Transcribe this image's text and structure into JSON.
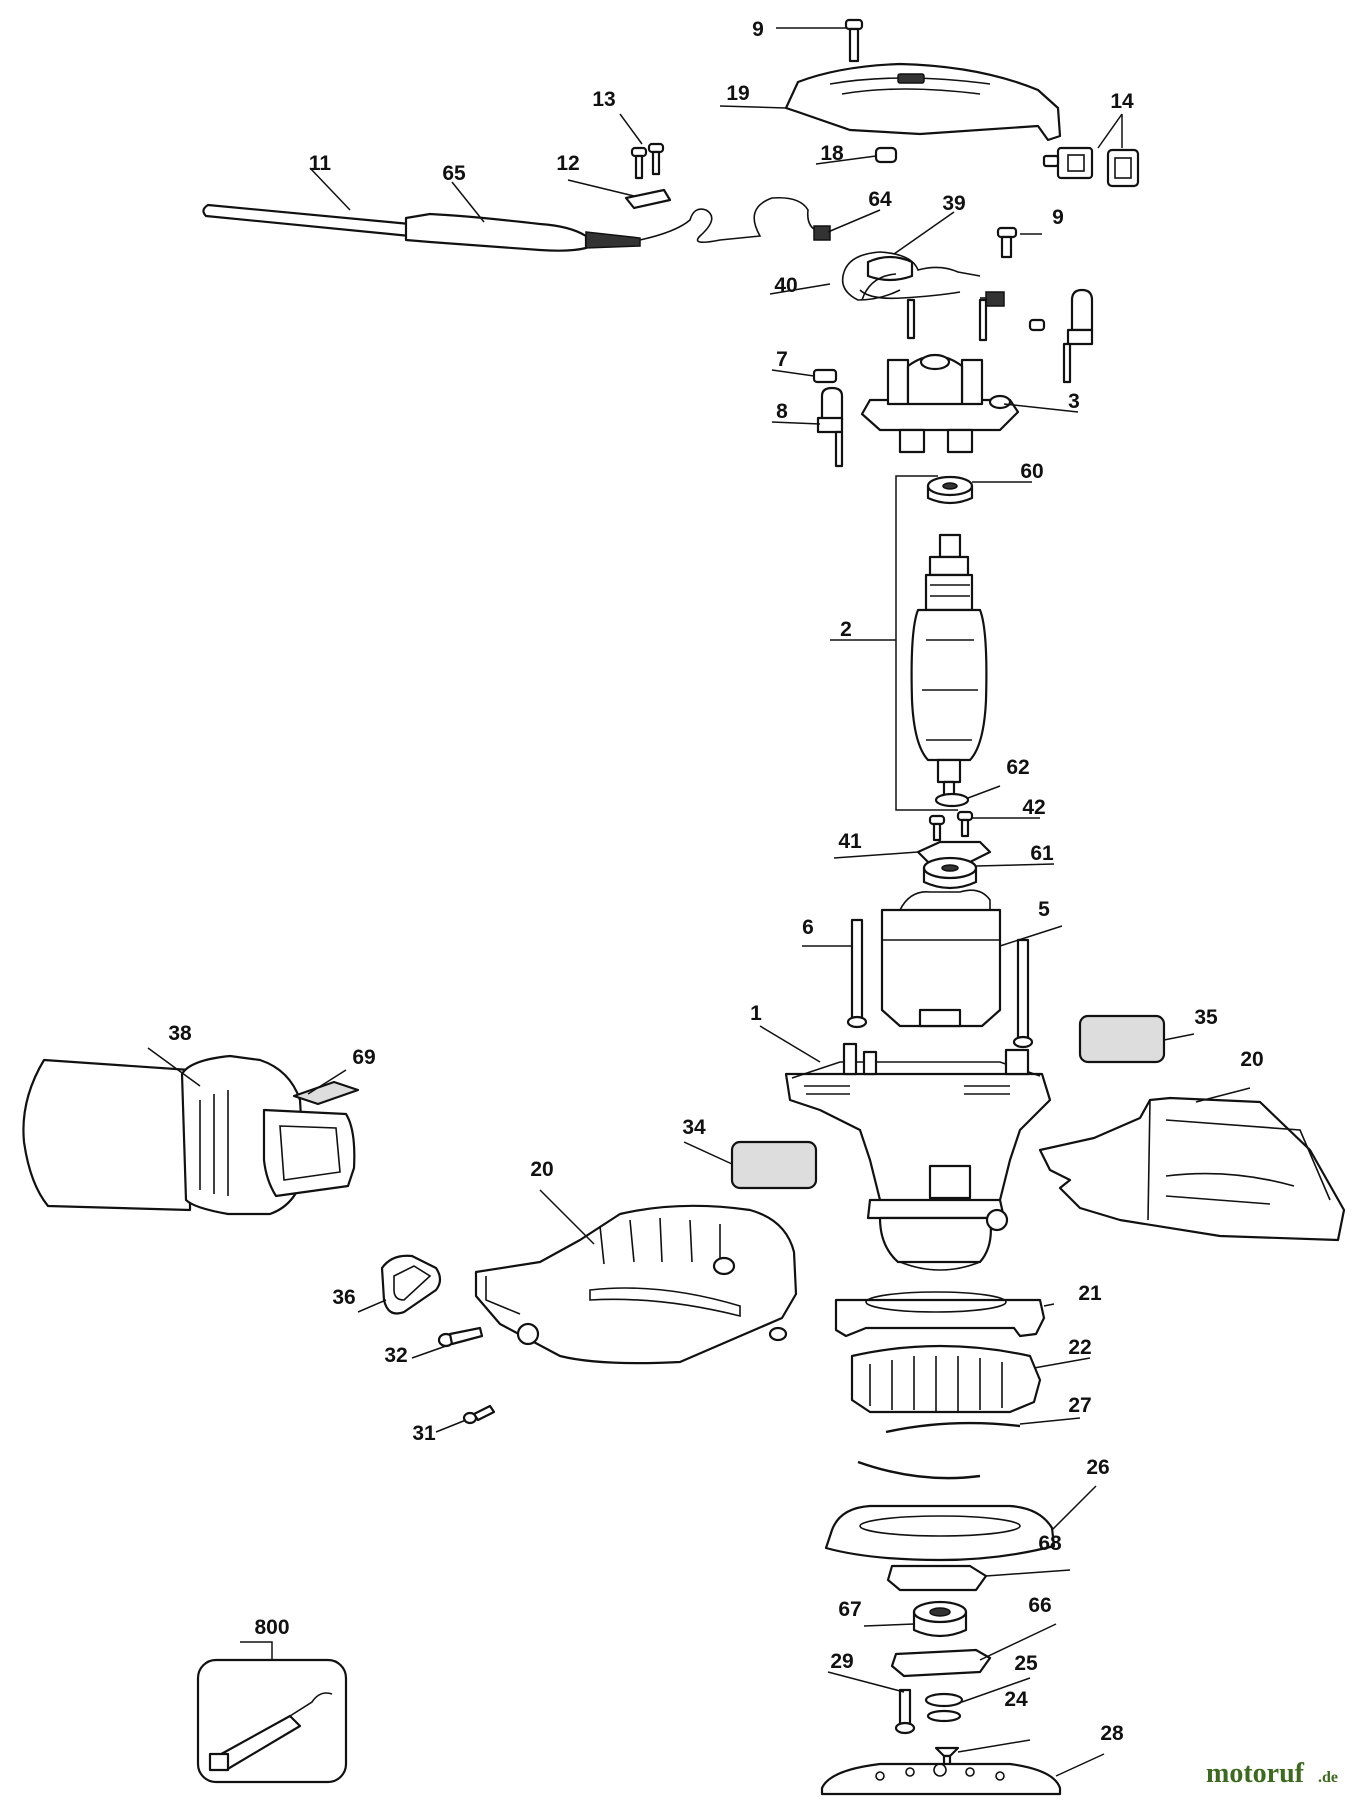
{
  "diagram": {
    "callouts": [
      "9",
      "19",
      "13",
      "14",
      "12",
      "18",
      "11",
      "65",
      "64",
      "39",
      "40",
      "7",
      "3",
      "8",
      "60",
      "2",
      "62",
      "42",
      "41",
      "61",
      "6",
      "5",
      "1",
      "35",
      "38",
      "69",
      "20",
      "34",
      "36",
      "21",
      "32",
      "22",
      "27",
      "31",
      "26",
      "68",
      "67",
      "66",
      "800",
      "29",
      "25",
      "24",
      "28"
    ]
  },
  "watermark": {
    "brand": "motoruf",
    "suffix": ".de",
    "color": "#3d6a1e"
  }
}
